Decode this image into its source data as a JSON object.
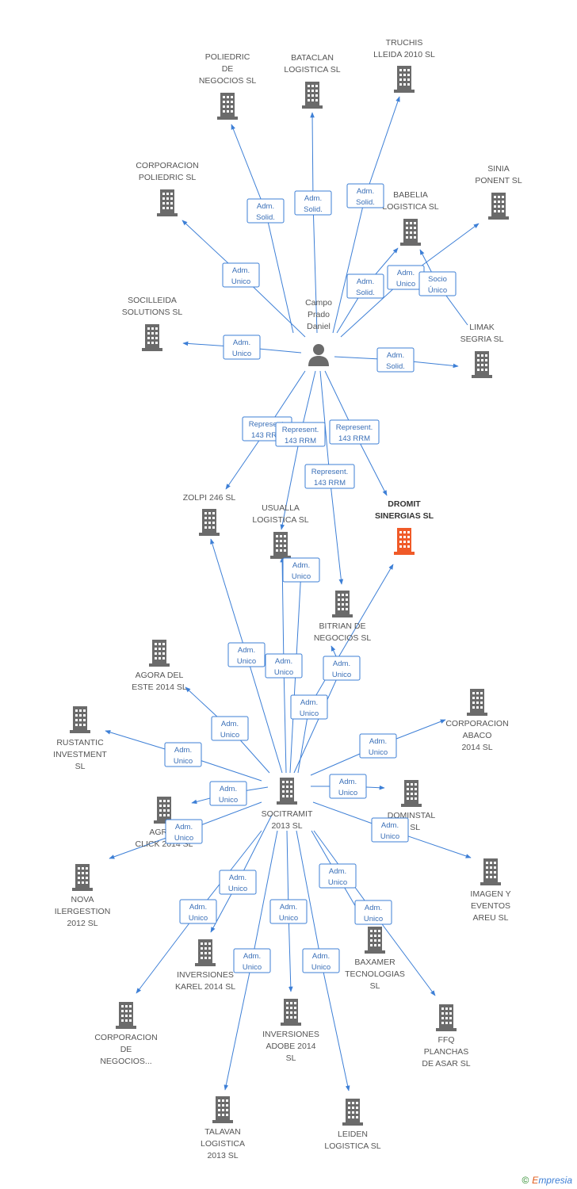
{
  "colors": {
    "company": "#6b6b6b",
    "highlight": "#f05a28",
    "person": "#6b6b6b",
    "edge": "#3d7fd6"
  },
  "footer": {
    "copyright": "©",
    "brand_first": "E",
    "brand_rest": "mpresia"
  },
  "nodes": [
    {
      "id": "person",
      "type": "person",
      "label": [
        "Campo",
        "Prado",
        "Daniel"
      ]
    },
    {
      "id": "socitramit",
      "type": "company",
      "label": [
        "SOCITRAMIT",
        "2013 SL"
      ]
    },
    {
      "id": "dromit",
      "type": "company",
      "highlight": true,
      "label": [
        "DROMIT",
        "SINERGIAS  SL"
      ]
    },
    {
      "id": "poliedric",
      "type": "company",
      "label": [
        "POLIEDRIC",
        "DE",
        "NEGOCIOS SL"
      ]
    },
    {
      "id": "bataclan",
      "type": "company",
      "label": [
        "BATACLAN",
        "LOGISTICA SL"
      ]
    },
    {
      "id": "truchis",
      "type": "company",
      "label": [
        "TRUCHIS",
        "LLEIDA 2010 SL"
      ]
    },
    {
      "id": "corp_poliedric",
      "type": "company",
      "label": [
        "CORPORACION",
        "POLIEDRIC SL"
      ]
    },
    {
      "id": "babelia",
      "type": "company",
      "label": [
        "BABELIA",
        "LOGISTICA SL"
      ]
    },
    {
      "id": "sinia",
      "type": "company",
      "label": [
        "SINIA",
        "PONENT SL"
      ]
    },
    {
      "id": "socilleida",
      "type": "company",
      "label": [
        "SOCILLEIDA",
        "SOLUTIONS SL"
      ]
    },
    {
      "id": "limak",
      "type": "company",
      "label": [
        "LIMAK",
        "SEGRIA SL"
      ]
    },
    {
      "id": "zolpi",
      "type": "company",
      "label": [
        "ZOLPI 246 SL"
      ]
    },
    {
      "id": "usualla",
      "type": "company",
      "label": [
        "USUALLA",
        "LOGISTICA SL"
      ]
    },
    {
      "id": "bitrian",
      "type": "company",
      "label": [
        "BITRIAN DE",
        "NEGOCIOS  SL"
      ]
    },
    {
      "id": "agora",
      "type": "company",
      "label": [
        "AGORA DEL",
        "ESTE 2014  SL"
      ]
    },
    {
      "id": "rustantic",
      "type": "company",
      "label": [
        "RUSTANTIC",
        "INVESTMENT",
        "SL"
      ]
    },
    {
      "id": "corp_abaco",
      "type": "company",
      "label": [
        "CORPORACION",
        "ABACO",
        "2014  SL"
      ]
    },
    {
      "id": "agrup",
      "type": "company",
      "label": [
        "AGRUP",
        "CLICK 2014  SL"
      ]
    },
    {
      "id": "dominstal",
      "type": "company",
      "label": [
        "DOMINSTAL",
        "A  SL"
      ]
    },
    {
      "id": "nova",
      "type": "company",
      "label": [
        "NOVA",
        "ILERGESTION",
        "2012 SL"
      ]
    },
    {
      "id": "imagen",
      "type": "company",
      "label": [
        "IMAGEN Y",
        "EVENTOS",
        "AREU SL"
      ]
    },
    {
      "id": "karel",
      "type": "company",
      "label": [
        "INVERSIONES",
        "KAREL 2014  SL"
      ]
    },
    {
      "id": "baxamer",
      "type": "company",
      "label": [
        "BAXAMER",
        "TECNOLOGIAS",
        "SL"
      ]
    },
    {
      "id": "corp_negocios",
      "type": "company",
      "label": [
        "CORPORACION",
        "DE",
        "NEGOCIOS..."
      ]
    },
    {
      "id": "adobe",
      "type": "company",
      "label": [
        "INVERSIONES",
        "ADOBE 2014",
        "SL"
      ]
    },
    {
      "id": "ffq",
      "type": "company",
      "label": [
        "FFQ",
        "PLANCHAS",
        "DE ASAR  SL"
      ]
    },
    {
      "id": "talavan",
      "type": "company",
      "label": [
        "TALAVAN",
        "LOGISTICA",
        "2013 SL"
      ]
    },
    {
      "id": "leiden",
      "type": "company",
      "label": [
        "LEIDEN",
        "LOGISTICA  SL"
      ]
    }
  ],
  "edges": [
    {
      "from": "person",
      "to": "poliedric",
      "label": [
        "Adm.",
        "Solid."
      ]
    },
    {
      "from": "person",
      "to": "bataclan",
      "label": [
        "Adm.",
        "Solid."
      ]
    },
    {
      "from": "person",
      "to": "truchis",
      "label": [
        "Adm.",
        "Solid."
      ]
    },
    {
      "from": "person",
      "to": "corp_poliedric",
      "label": [
        "Adm.",
        "Unico"
      ]
    },
    {
      "from": "person",
      "to": "babelia",
      "label": [
        "Adm.",
        "Solid."
      ]
    },
    {
      "from": "person",
      "to": "sinia",
      "label": [
        "Adm.",
        "Unico"
      ]
    },
    {
      "from": "limak",
      "to": "babelia",
      "label": [
        "Socio",
        "Único"
      ]
    },
    {
      "from": "person",
      "to": "socilleida",
      "label": [
        "Adm.",
        "Unico"
      ]
    },
    {
      "from": "person",
      "to": "limak",
      "label": [
        "Adm.",
        "Solid."
      ]
    },
    {
      "from": "person",
      "to": "zolpi",
      "label": [
        "Represent.",
        "143 RRM"
      ]
    },
    {
      "from": "person",
      "to": "usualla",
      "label": [
        "Represent.",
        "143 RRM"
      ]
    },
    {
      "from": "person",
      "to": "dromit",
      "label": [
        "Represent.",
        "143 RRM"
      ]
    },
    {
      "from": "person",
      "to": "bitrian",
      "label": [
        "Represent.",
        "143 RRM"
      ]
    },
    {
      "from": "socitramit",
      "to": "zolpi",
      "label": [
        "Adm.",
        "Unico"
      ]
    },
    {
      "from": "socitramit",
      "to": "usualla",
      "label": [
        "Adm.",
        "Unico"
      ]
    },
    {
      "from": "socitramit",
      "to": "usualla",
      "label": [
        "Adm.",
        "Unico"
      ]
    },
    {
      "from": "socitramit",
      "to": "bitrian",
      "label": [
        "Adm.",
        "Unico"
      ]
    },
    {
      "from": "socitramit",
      "to": "dromit",
      "label": [
        "Adm.",
        "Unico"
      ]
    },
    {
      "from": "socitramit",
      "to": "agora",
      "label": [
        "Adm.",
        "Unico"
      ]
    },
    {
      "from": "socitramit",
      "to": "rustantic",
      "label": [
        "Adm.",
        "Unico"
      ]
    },
    {
      "from": "socitramit",
      "to": "corp_abaco",
      "label": [
        "Adm.",
        "Unico"
      ]
    },
    {
      "from": "socitramit",
      "to": "agrup",
      "label": [
        "Adm.",
        "Unico"
      ]
    },
    {
      "from": "socitramit",
      "to": "dominstal",
      "label": [
        "Adm.",
        "Unico"
      ]
    },
    {
      "from": "socitramit",
      "to": "nova",
      "label": [
        "Adm.",
        "Unico"
      ]
    },
    {
      "from": "socitramit",
      "to": "imagen",
      "label": [
        "Adm.",
        "Unico"
      ]
    },
    {
      "from": "socitramit",
      "to": "karel",
      "label": [
        "Adm.",
        "Unico"
      ]
    },
    {
      "from": "socitramit",
      "to": "baxamer",
      "label": [
        "Adm.",
        "Unico"
      ]
    },
    {
      "from": "socitramit",
      "to": "corp_negocios",
      "label": [
        "Adm.",
        "Unico"
      ]
    },
    {
      "from": "socitramit",
      "to": "adobe",
      "label": [
        "Adm.",
        "Unico"
      ]
    },
    {
      "from": "socitramit",
      "to": "ffq",
      "label": [
        "Adm.",
        "Unico"
      ]
    },
    {
      "from": "socitramit",
      "to": "talavan",
      "label": [
        "Adm.",
        "Unico"
      ]
    },
    {
      "from": "socitramit",
      "to": "leiden",
      "label": [
        "Adm.",
        "Unico"
      ]
    }
  ]
}
